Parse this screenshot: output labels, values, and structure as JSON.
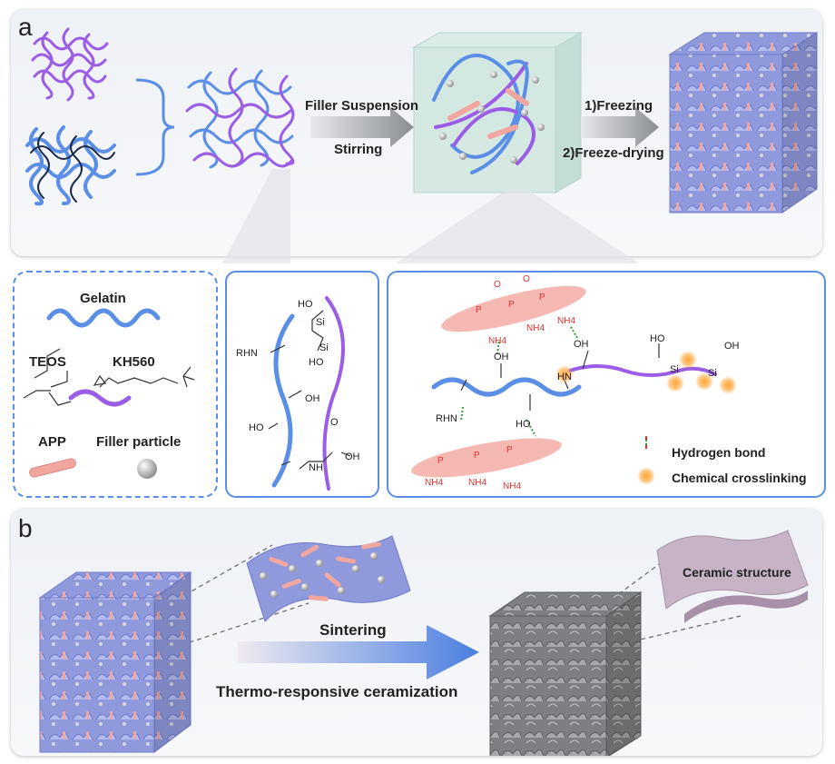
{
  "panel_a": {
    "letter": "a",
    "step1_top": "Filler Suspension",
    "step1_bottom": "Stirring",
    "step2_top": "1)Freezing",
    "step2_bottom": "2)Freeze-drying"
  },
  "legend": {
    "gelatin": "Gelatin",
    "teos": "TEOS",
    "kh560": "KH560",
    "app": "APP",
    "filler": "Filler particle"
  },
  "mid_structure": {
    "rhn": "RHN",
    "oh1": "OH",
    "oh2": "HO",
    "nh": "NH",
    "oh3": "OH",
    "ho_si": "HO",
    "ho_si2": "HO",
    "si": "Si",
    "o": "O"
  },
  "right_structure": {
    "rhn": "RHN",
    "oh": "OH",
    "ho": "HO",
    "hn": "HN",
    "oh2": "OH",
    "ho3": "HO",
    "oh4": "OH",
    "p": "P",
    "o": "O",
    "si": "Si",
    "nh4": "NH4",
    "plus": "+",
    "hbond": "Hydrogen bond",
    "crosslink": "Chemical crosslinking"
  },
  "panel_b": {
    "letter": "b",
    "sintering": "Sintering",
    "ceramization": "Thermo-responsive ceramization",
    "ceramic": "Ceramic structure"
  },
  "colors": {
    "purple": "#9b5de5",
    "blue": "#5b8ee6",
    "navy": "#1a2a4a",
    "pink": "#f2a6a0",
    "red": "#e03030",
    "orange": "#ffa534",
    "panel_border": "#5b8ee6"
  }
}
